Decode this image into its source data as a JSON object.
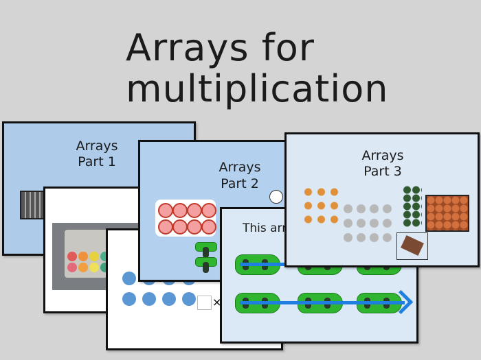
{
  "heading": {
    "line1": "Arrays for",
    "line2": "multiplication"
  },
  "slides": {
    "part1": {
      "title_line1": "Arrays",
      "title_line2": "Part 1"
    },
    "part2": {
      "title_line1": "Arrays",
      "title_line2": "Part 2"
    },
    "part3": {
      "title_line1": "Arrays",
      "title_line2": "Part 3"
    },
    "cars": {
      "caption": "This arr"
    },
    "dots": {
      "times_sign": "×"
    }
  },
  "colors": {
    "background": "#d5d4d4",
    "slide_blue": "#aecbea",
    "slide_light": "#dde9f5",
    "dot_blue": "#5b97d2",
    "car_green": "#2fb52f",
    "arrow_blue": "#1f7fe0"
  }
}
